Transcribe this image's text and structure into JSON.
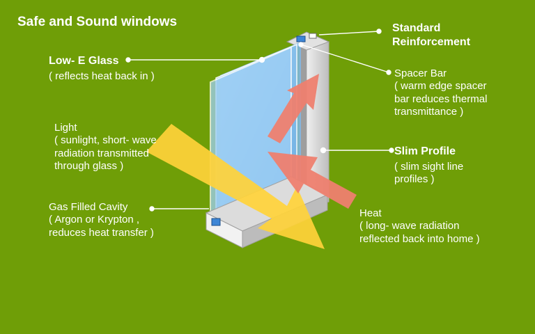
{
  "title": "Safe and Sound windows",
  "labels": {
    "low_e": {
      "name": "Low- E Glass",
      "desc": "( reflects heat back in )"
    },
    "light": {
      "lines": [
        "Light",
        "( sunlight, short- wave",
        "radiation transmitted",
        "through glass )"
      ]
    },
    "gas": {
      "lines": [
        "Gas Filled Cavity",
        "( Argon or Krypton ,",
        "reduces heat transfer )"
      ]
    },
    "reinforcement": {
      "lines": [
        "Standard",
        "Reinforcement"
      ]
    },
    "spacer": {
      "lines": [
        "Spacer Bar",
        "( warm edge spacer",
        "bar reduces thermal",
        "transmittance )"
      ]
    },
    "slim": {
      "name": "Slim Profile",
      "lines": [
        "( slim sight line",
        "profiles )"
      ]
    },
    "heat": {
      "lines": [
        "Heat",
        "( long- wave radiation",
        "reflected back into home )"
      ]
    }
  },
  "colors": {
    "background": "#6f9e07",
    "glass": "#86c0ee",
    "frame": "#d6d6d6",
    "light_arrow": "#ffd23a",
    "heat_arrow": "#ee7f6f",
    "text": "#ffffff"
  }
}
